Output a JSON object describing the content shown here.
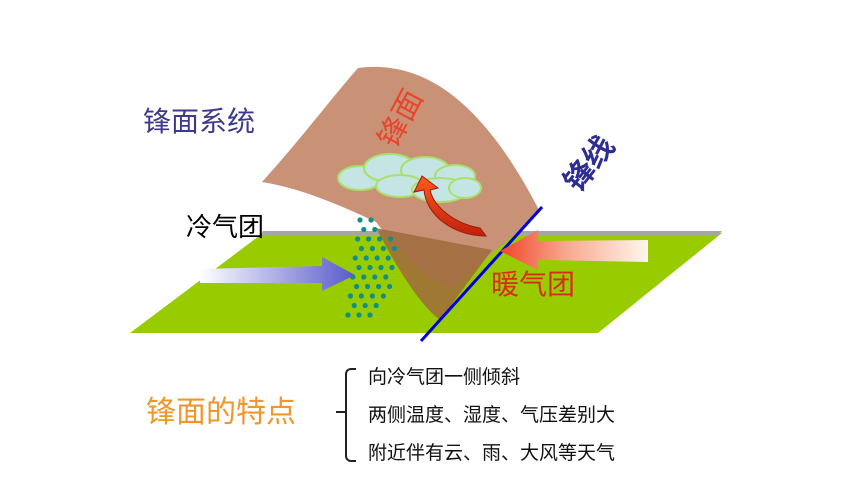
{
  "labels": {
    "system_title": "锋面系统",
    "cold_air": "冷气团",
    "warm_air": "暖气团",
    "front_surface": "锋面",
    "front_line": "锋线"
  },
  "features": {
    "title": "锋面的特点",
    "items": [
      "向冷气团一侧倾斜",
      "两侧温度、湿度、气压差别大",
      "附近伴有云、雨、大风等天气"
    ]
  },
  "colors": {
    "ground": "#99cc00",
    "front_surface": "#c99277",
    "front_line": "#0000dd",
    "precip_dots": "#118f86",
    "cold_arrow": "#5a5acb",
    "warm_arrow": "#f0442a",
    "cloud": "#c5e4e4"
  },
  "icons": [
    "cold-air-arrow",
    "warm-air-arrow",
    "rising-air-arrow",
    "cloud-icon",
    "precipitation-dots"
  ]
}
